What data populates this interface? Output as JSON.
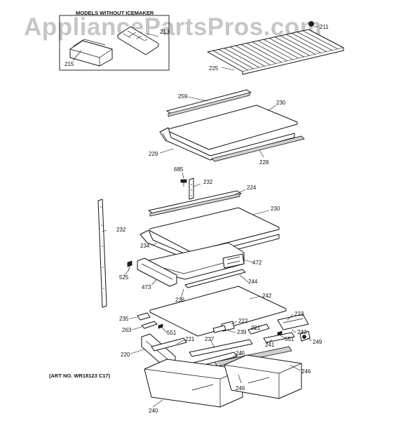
{
  "watermark": "AppliancePartsPros.com",
  "inset_title": "MODELS WITHOUT ICEMAKER",
  "art_number": "(ART NO. WR18123 C17)",
  "parts": [
    {
      "id": "p213",
      "label": "213"
    },
    {
      "id": "p215",
      "label": "215"
    },
    {
      "id": "p211",
      "label": "211"
    },
    {
      "id": "p225",
      "label": "225"
    },
    {
      "id": "p259",
      "label": "259"
    },
    {
      "id": "p230a",
      "label": "230"
    },
    {
      "id": "p229",
      "label": "229"
    },
    {
      "id": "p228",
      "label": "228"
    },
    {
      "id": "p685",
      "label": "685"
    },
    {
      "id": "p232a",
      "label": "232"
    },
    {
      "id": "p224",
      "label": "224"
    },
    {
      "id": "p232b",
      "label": "232"
    },
    {
      "id": "p230b",
      "label": "230"
    },
    {
      "id": "p234",
      "label": "234"
    },
    {
      "id": "p472",
      "label": "472"
    },
    {
      "id": "p525",
      "label": "525"
    },
    {
      "id": "p473",
      "label": "473"
    },
    {
      "id": "p244",
      "label": "244"
    },
    {
      "id": "p236",
      "label": "236"
    },
    {
      "id": "p242",
      "label": "242"
    },
    {
      "id": "p235",
      "label": "235"
    },
    {
      "id": "p223",
      "label": "223"
    },
    {
      "id": "p222",
      "label": "222"
    },
    {
      "id": "p263",
      "label": "263"
    },
    {
      "id": "p551a",
      "label": "551"
    },
    {
      "id": "p239",
      "label": "239"
    },
    {
      "id": "p221a",
      "label": "221"
    },
    {
      "id": "p221b",
      "label": "221"
    },
    {
      "id": "p240a",
      "label": "240"
    },
    {
      "id": "p237",
      "label": "237"
    },
    {
      "id": "p241",
      "label": "241"
    },
    {
      "id": "p551b",
      "label": "551"
    },
    {
      "id": "p249",
      "label": "249"
    },
    {
      "id": "p220",
      "label": "220"
    },
    {
      "id": "p245",
      "label": "245"
    },
    {
      "id": "p246a",
      "label": "246"
    },
    {
      "id": "p246b",
      "label": "246"
    },
    {
      "id": "p240b",
      "label": "240"
    }
  ]
}
